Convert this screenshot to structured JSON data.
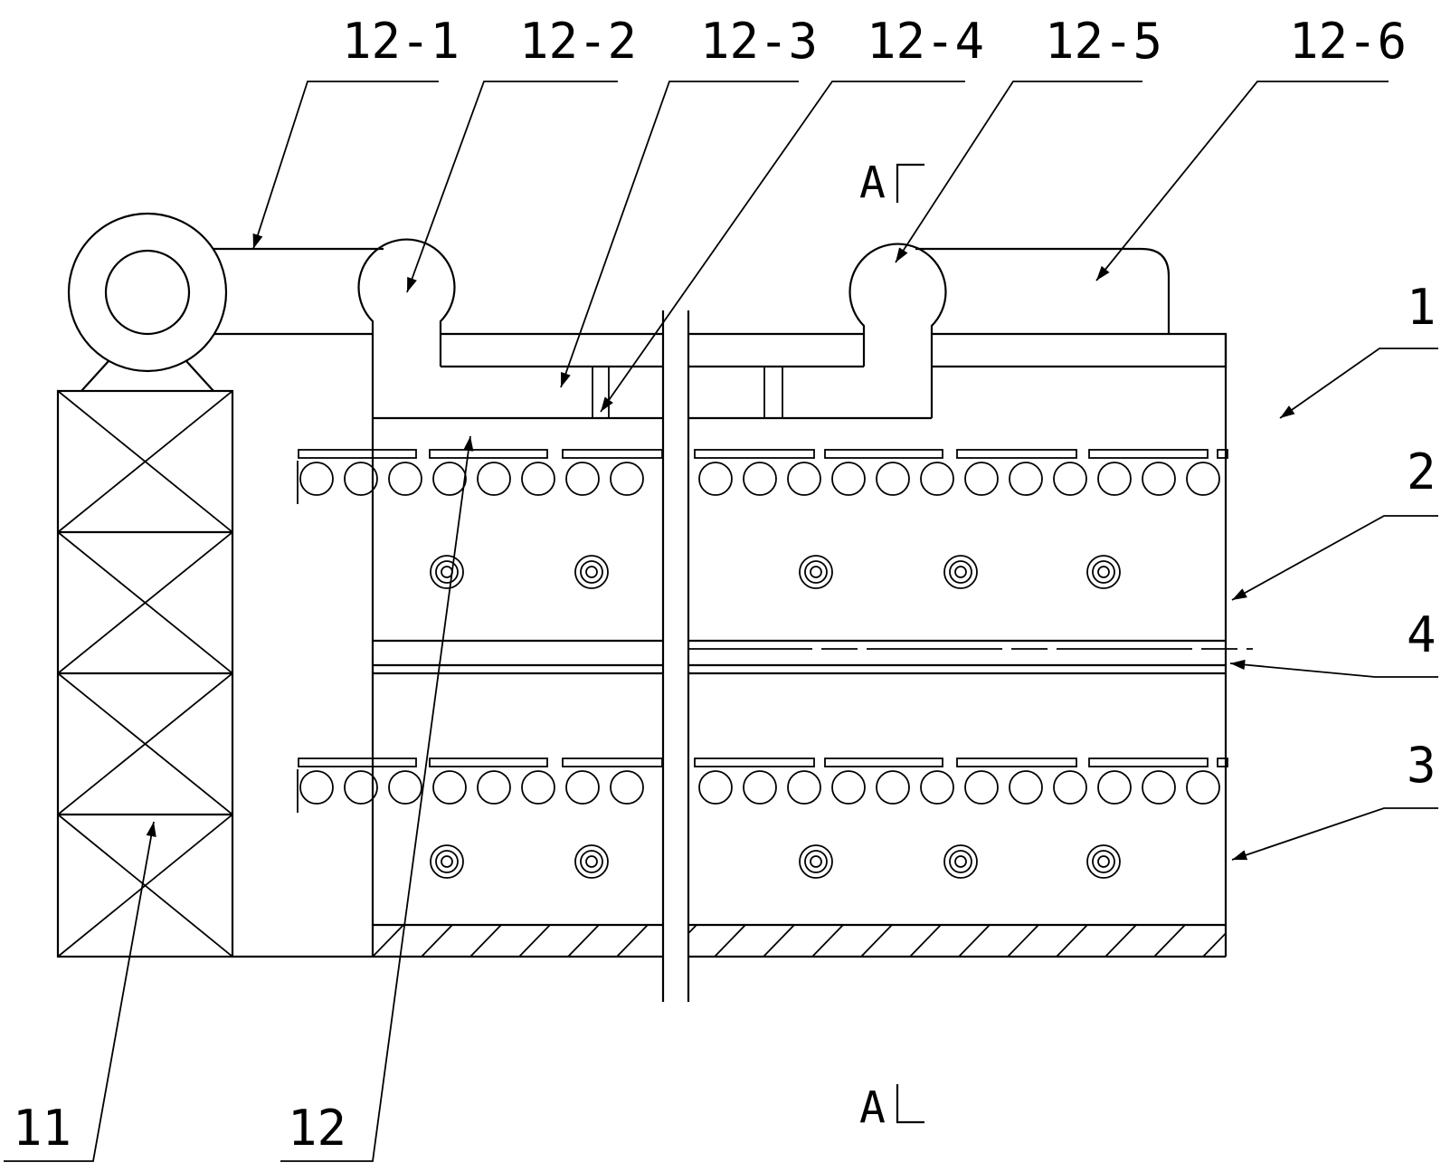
{
  "labels": {
    "l_12_1": "12-1",
    "l_12_2": "12-2",
    "l_12_3": "12-3",
    "l_12_4": "12-4",
    "l_12_5": "12-5",
    "l_12_6": "12-6",
    "l_1": "1",
    "l_2": "2",
    "l_4": "4",
    "l_3": "3",
    "l_11": "11",
    "l_12": "12"
  },
  "section_marks": {
    "top": "A",
    "bottom": "A"
  },
  "colors": {
    "line": "#000000",
    "background": "#ffffff"
  }
}
